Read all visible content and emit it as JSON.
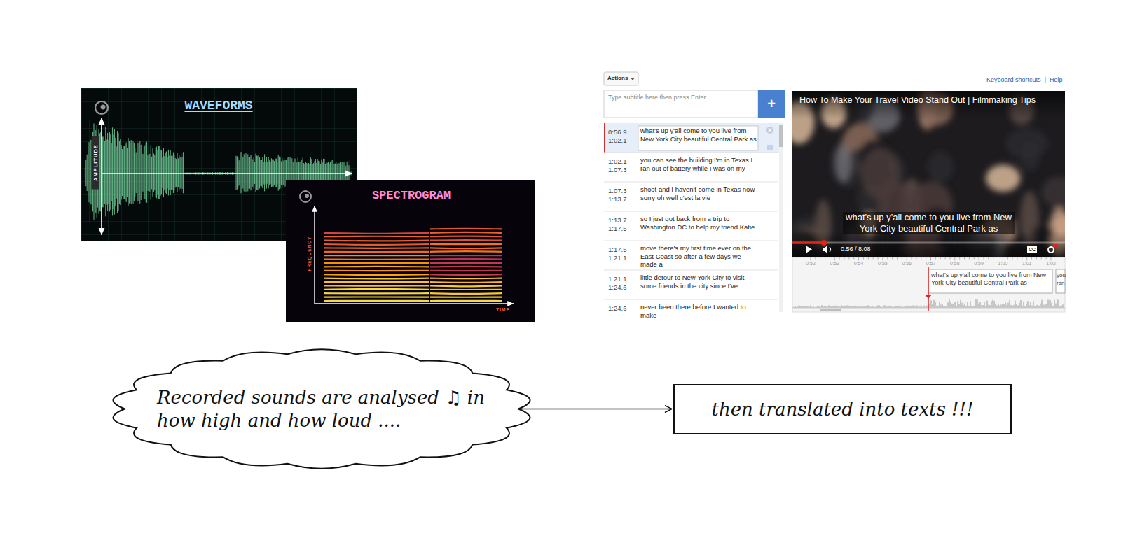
{
  "diagram": {
    "nodes": [
      {
        "text": [
          "Recorded sounds are analysed ♫ in how high and how loud ...."
        ]
      },
      {
        "text": [
          "then translated into texts !!!"
        ]
      }
    ],
    "edges": [
      {
        "from": 0,
        "to": 1,
        "arrow": "to"
      }
    ],
    "labels": [
      "WAVEFORMS",
      "AMPLITUDE",
      "SPECTROGRAM",
      "FREQUENCY",
      "TIME",
      "Actions",
      "Keyboard shortcuts",
      "|",
      "Help",
      "Type subtitle here then press Enter",
      "+",
      "0:56.9",
      "1:02.1",
      "what's up y'all come to you live from New York City beautiful Central Park as",
      "1:02.1",
      "1:07.3",
      "you can see the building I'm in Texas I ran out of battery while I was on my",
      "1:07.3",
      "1:13.7",
      "shoot and I haven't come in Texas now sorry oh well c'est la vie",
      "1:13.7",
      "1:17.5",
      "so I just got back from a trip to Washington DC to help my friend Katie",
      "1:17.5",
      "1:21.1",
      "move there's my first time ever on the East Coast so after a few days we made a",
      "1:21.1",
      "1:24.6",
      "little detour to New York City to visit some friends in the city since I've",
      "1:24.6",
      "never been there before I wanted to make",
      "How To Make Your Travel Video Stand Out | Filmmaking Tips",
      "what's up y'all come to you live from New York City beautiful Central Park as",
      "0:56 / 8:08",
      "CC",
      "0:52",
      "0:53",
      "0:54",
      "0:55",
      "0:56",
      "0:57",
      "0:58",
      "0:59",
      "1:00",
      "1:01",
      "1:02",
      "what's up y'all come to you live from New York City beautiful Central Park as",
      "you ran"
    ]
  }
}
